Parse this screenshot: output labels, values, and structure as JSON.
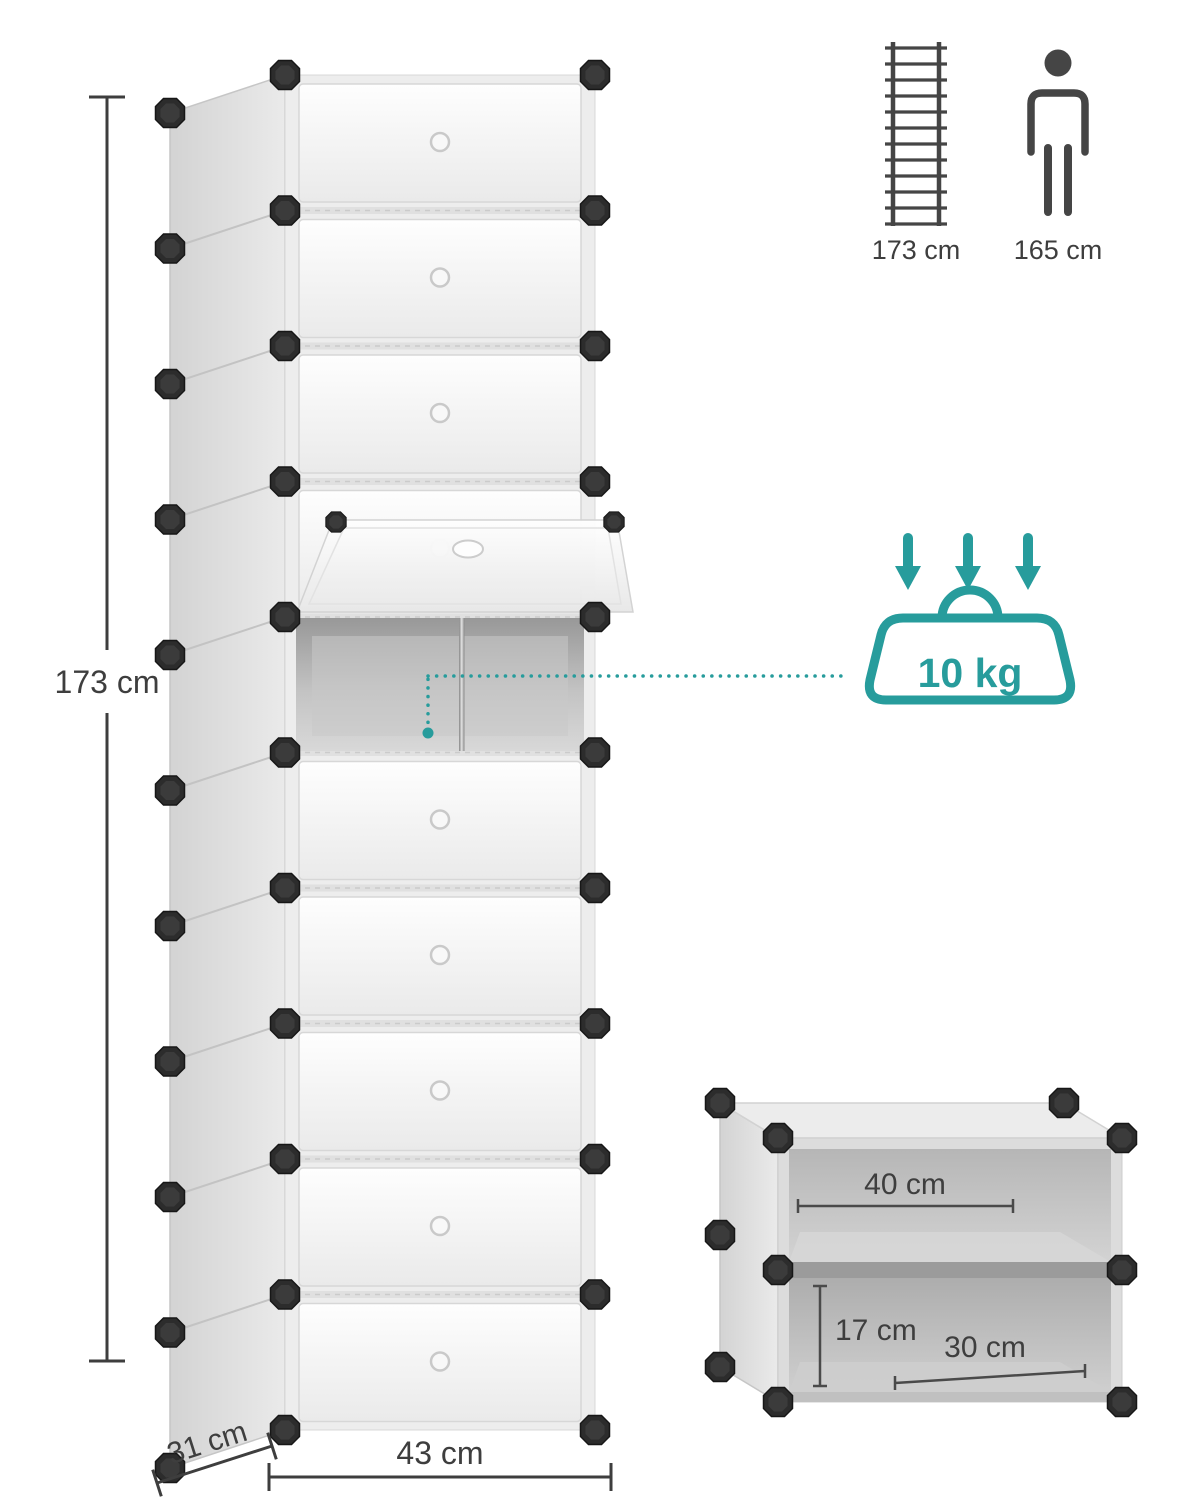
{
  "colors": {
    "accent": "#279c9c",
    "ink": "#3e3e3e"
  },
  "main_unit": {
    "height": "173 cm",
    "depth": "31 cm",
    "width": "43 cm"
  },
  "comparison": {
    "ladder_height": "173 cm",
    "person_height": "165 cm"
  },
  "capacity": {
    "max_load": "10 kg"
  },
  "small_unit": {
    "inner_width": "40 cm",
    "inner_height": "17 cm",
    "depth": "30 cm"
  }
}
